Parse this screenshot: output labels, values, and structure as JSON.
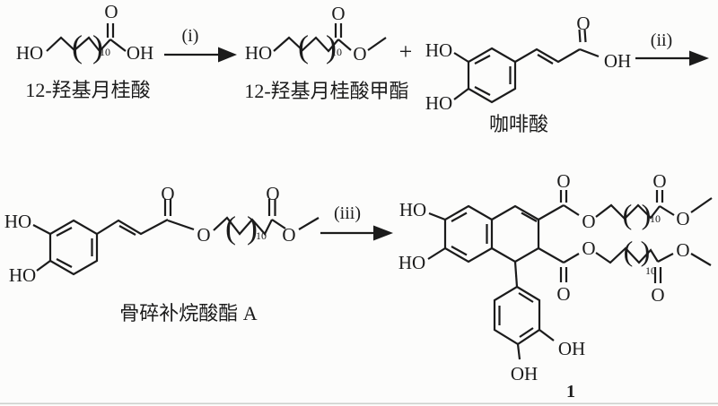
{
  "scheme": {
    "colors": {
      "background": "#fcfcfb",
      "ink": "#1b1b1b",
      "bottom_rule": "#cdd1cd"
    },
    "compounds": [
      {
        "name": "12-羟基月桂酸"
      },
      {
        "name": "12-羟基月桂酸甲酯"
      },
      {
        "name": "咖啡酸"
      },
      {
        "name": "骨碎补烷酸酯 A"
      },
      {
        "name": "1"
      }
    ],
    "steps": [
      {
        "label": "(i)"
      },
      {
        "label": "(ii)"
      },
      {
        "label": "(iii)"
      }
    ],
    "operators": {
      "plus": "+"
    },
    "atom_labels": {
      "HO": "HO",
      "OH": "OH",
      "O": "O"
    },
    "repeat": {
      "open": "(",
      "close": ")",
      "count": "10"
    }
  }
}
